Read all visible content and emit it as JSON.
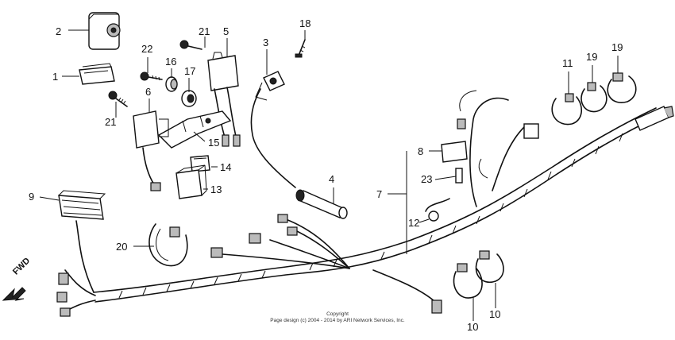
{
  "callouts": [
    {
      "id": "c1",
      "n": "1"
    },
    {
      "id": "c2",
      "n": "2"
    },
    {
      "id": "c3",
      "n": "3"
    },
    {
      "id": "c4",
      "n": "4"
    },
    {
      "id": "c5",
      "n": "5"
    },
    {
      "id": "c6",
      "n": "6"
    },
    {
      "id": "c7",
      "n": "7"
    },
    {
      "id": "c8",
      "n": "8"
    },
    {
      "id": "c9",
      "n": "9"
    },
    {
      "id": "c10a",
      "n": "10"
    },
    {
      "id": "c10b",
      "n": "10"
    },
    {
      "id": "c11",
      "n": "11"
    },
    {
      "id": "c12",
      "n": "12"
    },
    {
      "id": "c13",
      "n": "13"
    },
    {
      "id": "c14",
      "n": "14"
    },
    {
      "id": "c15",
      "n": "15"
    },
    {
      "id": "c16",
      "n": "16"
    },
    {
      "id": "c17",
      "n": "17"
    },
    {
      "id": "c18",
      "n": "18"
    },
    {
      "id": "c19a",
      "n": "19"
    },
    {
      "id": "c19b",
      "n": "19"
    },
    {
      "id": "c20",
      "n": "20"
    },
    {
      "id": "c21a",
      "n": "21"
    },
    {
      "id": "c21b",
      "n": "21"
    },
    {
      "id": "c22",
      "n": "22"
    },
    {
      "id": "c23",
      "n": "23"
    }
  ],
  "direction": {
    "label": "FWD"
  },
  "copyright": {
    "line1": "Copyright",
    "line2": "Page design (c) 2004 - 2014 by ARI Network Services, Inc."
  }
}
